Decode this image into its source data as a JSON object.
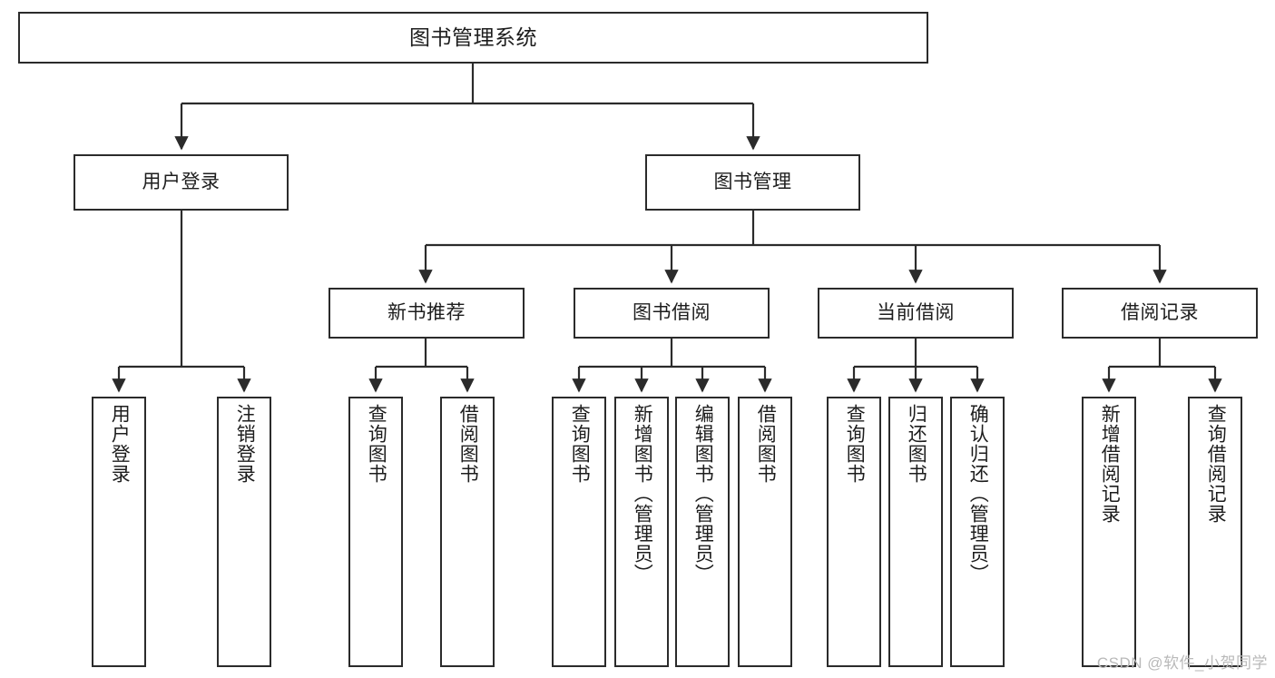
{
  "diagram": {
    "title": "图书管理系统",
    "root": {
      "label": "图书管理系统"
    },
    "level2": [
      {
        "label": "用户登录"
      },
      {
        "label": "图书管理"
      }
    ],
    "level3": [
      {
        "label": "新书推荐"
      },
      {
        "label": "图书借阅"
      },
      {
        "label": "当前借阅"
      },
      {
        "label": "借阅记录"
      }
    ],
    "leaves": {
      "user_login": [
        {
          "label": "用户登录"
        },
        {
          "label": "注销登录"
        }
      ],
      "new_book_recommend": [
        {
          "label": "查询图书"
        },
        {
          "label": "借阅图书"
        }
      ],
      "book_borrow": [
        {
          "label": "查询图书"
        },
        {
          "label": "新增图书（管理员）"
        },
        {
          "label": "编辑图书（管理员）"
        },
        {
          "label": "借阅图书"
        }
      ],
      "current_borrow": [
        {
          "label": "查询图书"
        },
        {
          "label": "归还图书"
        },
        {
          "label": "确认归还（管理员）"
        }
      ],
      "borrow_record": [
        {
          "label": "新增借阅记录"
        },
        {
          "label": "查询借阅记录"
        }
      ]
    }
  },
  "watermark": {
    "text": "CSDN @软件_小贺同学"
  },
  "colors": {
    "box_border": "#2b2b2b",
    "box_fill": "#ffffff",
    "text": "#1d1d1d",
    "connector": "#2b2b2b",
    "watermark": "#b9b9b9"
  }
}
